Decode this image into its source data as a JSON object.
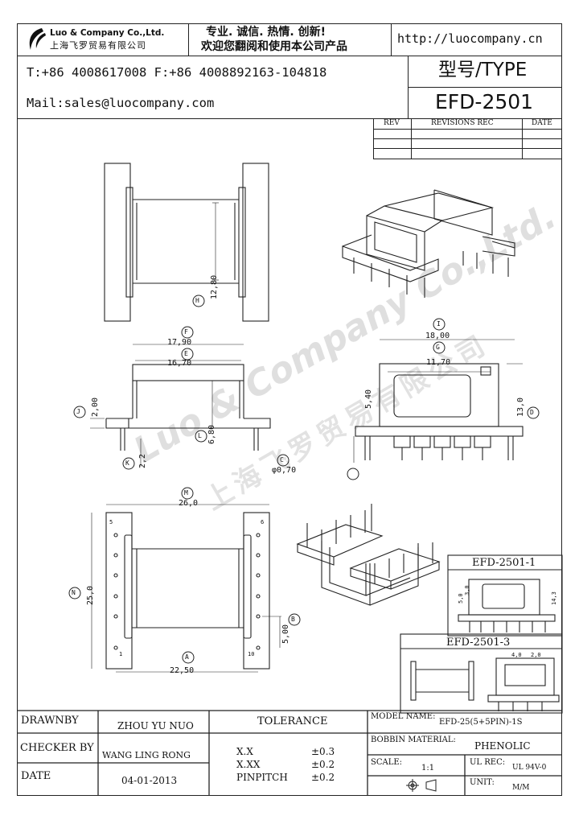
{
  "company": {
    "name_en": "Luo & Company Co.,Ltd.",
    "name_cn": "上海飞罗贸易有限公司",
    "slogan1": "专业. 诚信.  热情.  创新!",
    "slogan2": "欢迎您翻阅和使用本公司产品",
    "url": "http://luocompany.cn",
    "phone": "T:+86 4008617008 F:+86 4008892163-104818",
    "mail": "Mail:sales@luocompany.com"
  },
  "type": {
    "label": "型号/TYPE",
    "value": "EFD-2501"
  },
  "revisions": {
    "rev": "REV",
    "rec": "REVISIONS REC",
    "date": "DATE"
  },
  "dims": {
    "H": "12,80",
    "F": "17,90",
    "E": "16,70",
    "I": "18,00",
    "G": "11,70",
    "J": "2,00",
    "L": "6,80",
    "K": "2,2",
    "C": "φ0,70",
    "five40": "5,40",
    "D": "13,0",
    "M": "26,0",
    "N": "25,0",
    "A": "22,50",
    "B": "5,00",
    "s50": "5,0",
    "s30": "3,0",
    "s143": "14,3",
    "s40": "4,0",
    "s20": "2,0"
  },
  "letters": [
    "H",
    "F",
    "E",
    "J",
    "L",
    "K",
    "C",
    "I",
    "G",
    "D",
    "M",
    "N",
    "A",
    "B"
  ],
  "pins": {
    "p5": "5",
    "p6": "6",
    "p1": "1",
    "p10": "10"
  },
  "variants": {
    "v1": "EFD-2501-1",
    "v3": "EFD-2501-3"
  },
  "watermark": {
    "en": "Luo & Company Co.,Ltd.",
    "cn": "上海飞罗贸易有限公司"
  },
  "footer": {
    "drawnby_label": "DRAWNBY",
    "drawnby": "ZHOU YU NUO",
    "checker_label": "CHECKER BY",
    "checker": "WANG LING RONG",
    "date_label": "DATE",
    "date": "04-01-2013",
    "tolerance_label": "TOLERANCE",
    "tol_x": "X.X",
    "tol_x_val": "±0.3",
    "tol_xx": "X.XX",
    "tol_xx_val": "±0.2",
    "tol_pin": "PINPITCH",
    "tol_pin_val": "±0.2",
    "model_label": "MODEL NAME:",
    "model": "EFD-25(5+5PIN)-1S",
    "material_label": "BOBBIN MATERIAL:",
    "material": "PHENOLIC",
    "scale_label": "SCALE:",
    "scale": "1:1",
    "ul_label": "UL REC:",
    "ul": "UL 94V-0",
    "unit_label": "UNIT:",
    "unit": "M/M"
  }
}
